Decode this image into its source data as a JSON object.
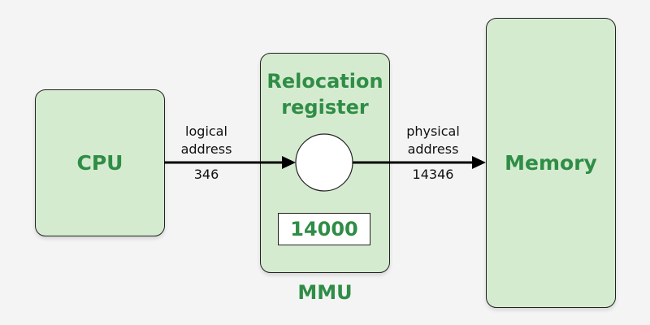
{
  "cpu": {
    "label": "CPU"
  },
  "mmu": {
    "title_line1": "Relocation",
    "title_line2": "register",
    "register_value": "14000",
    "label": "MMU"
  },
  "memory": {
    "label": "Memory"
  },
  "logical": {
    "line1": "logical",
    "line2": "address",
    "value": "346"
  },
  "physical": {
    "line1": "physical",
    "line2": "address",
    "value": "14346"
  },
  "colors": {
    "box_fill": "#d5ebd0",
    "text_green": "#2f8d46",
    "background": "#f4f4f4"
  }
}
